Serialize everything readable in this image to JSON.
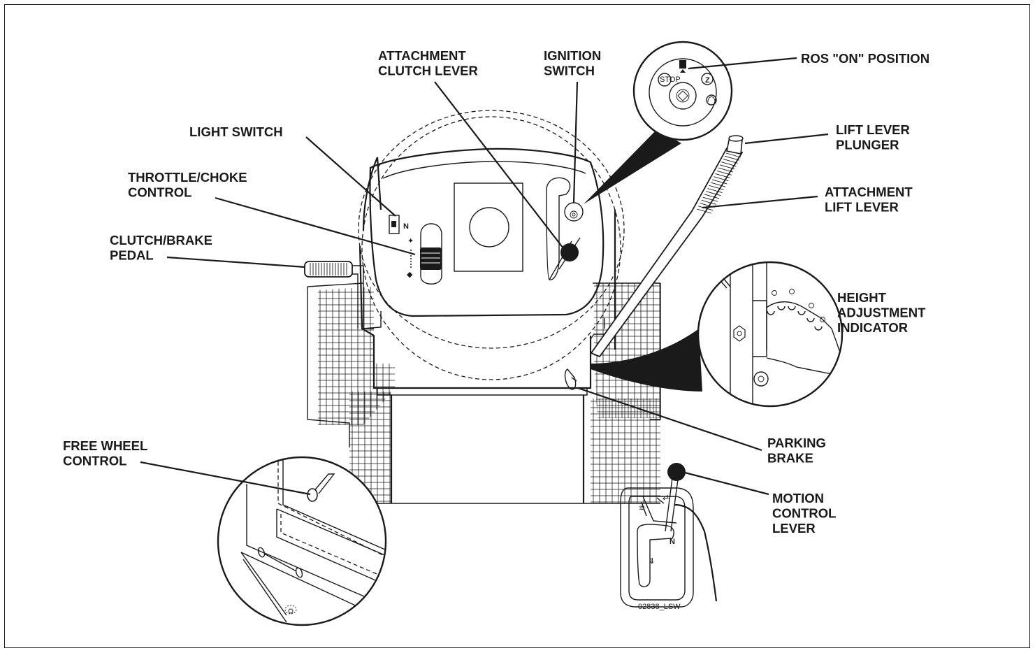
{
  "labels": {
    "attachment_clutch_lever": [
      "ATTACHMENT",
      "CLUTCH LEVER"
    ],
    "ignition_switch": [
      "IGNITION",
      "SWITCH"
    ],
    "ros_on_position": [
      "ROS \"ON\" POSITION"
    ],
    "light_switch": [
      "LIGHT SWITCH"
    ],
    "throttle_choke_control": [
      "THROTTLE/CHOKE",
      "CONTROL"
    ],
    "clutch_brake_pedal": [
      "CLUTCH/BRAKE",
      "PEDAL"
    ],
    "lift_lever_plunger": [
      "LIFT LEVER",
      "PLUNGER"
    ],
    "attachment_lift_lever": [
      "ATTACHMENT",
      "LIFT LEVER"
    ],
    "height_adjustment_indicator": [
      "HEIGHT",
      "ADJUSTMENT",
      "INDICATOR"
    ],
    "free_wheel_control": [
      "FREE WHEEL",
      "CONTROL"
    ],
    "parking_brake": [
      "PARKING",
      "BRAKE"
    ],
    "motion_control_lever": [
      "MOTION",
      "CONTROL",
      "LEVER"
    ]
  },
  "figure_code": "02838_LSW",
  "ignition_dial": {
    "stop_text": "STOP"
  }
}
